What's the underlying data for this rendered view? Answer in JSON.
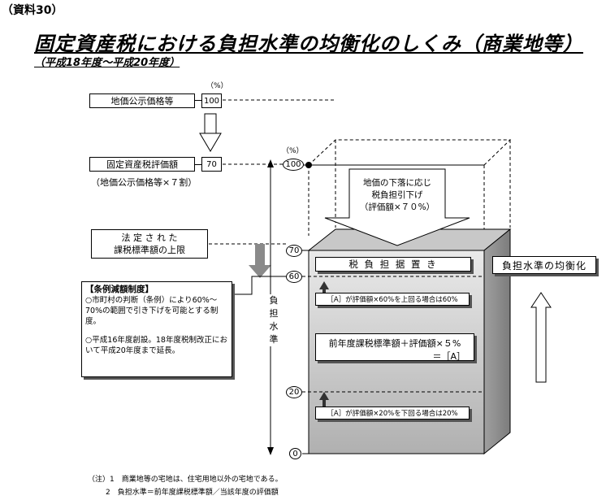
{
  "header": {
    "material_no": "（資料30）",
    "title": "固定資産税における負担水準の均衡化のしくみ（商業地等）",
    "subtitle": "（平成18年度～平成20年度）"
  },
  "left_flow": {
    "percent_unit": "（%）",
    "land_price_label": "地価公示価格等",
    "land_price_value": "100",
    "assessment_label": "固定資産税評価額",
    "assessment_value": "70",
    "assessment_note": "（地価公示価格等×７割）",
    "legal_cap_label": "法 定 さ れ た\n課税標準額の上限"
  },
  "reduction_box": {
    "heading": "【条例減額制度】",
    "line1": "○市町村の判断（条例）により60%～70%の範囲で引き下げを可能とする制度。",
    "line2": "○平成16年度創設。18年度税制改正において平成20年度まで延長。"
  },
  "axis": {
    "percent_unit": "（%）",
    "ticks": [
      "100",
      "70",
      "60",
      "20",
      "0"
    ],
    "vertical_label": "負担水準"
  },
  "cube": {
    "top_arrow_text": "地価の下落に応じ\n税負担引下げ\n（評価額×７０%）",
    "hold_band": "税 負 担 据 置 き",
    "upper_rule": "［A］が評価額×60%を上回る場合は60%",
    "formula_line1": "前年度課税標準額＋評価額×５%",
    "formula_line2": "＝［A］",
    "lower_rule": "［A］が評価額×20%を下回る場合は20%"
  },
  "right": {
    "equalization_label": "負担水準の均衡化"
  },
  "notes": {
    "note1": "（注）1　商業地等の宅地は、住宅用地以外の宅地である。",
    "note2": "2　負担水準＝前年度課税標準額／当該年度の評価額"
  },
  "colors": {
    "cube_front_top": "#e8e8e8",
    "cube_front_bottom": "#b4b4b4",
    "cube_side": "#9a9a9a",
    "cube_top": "#c8c8c8"
  }
}
